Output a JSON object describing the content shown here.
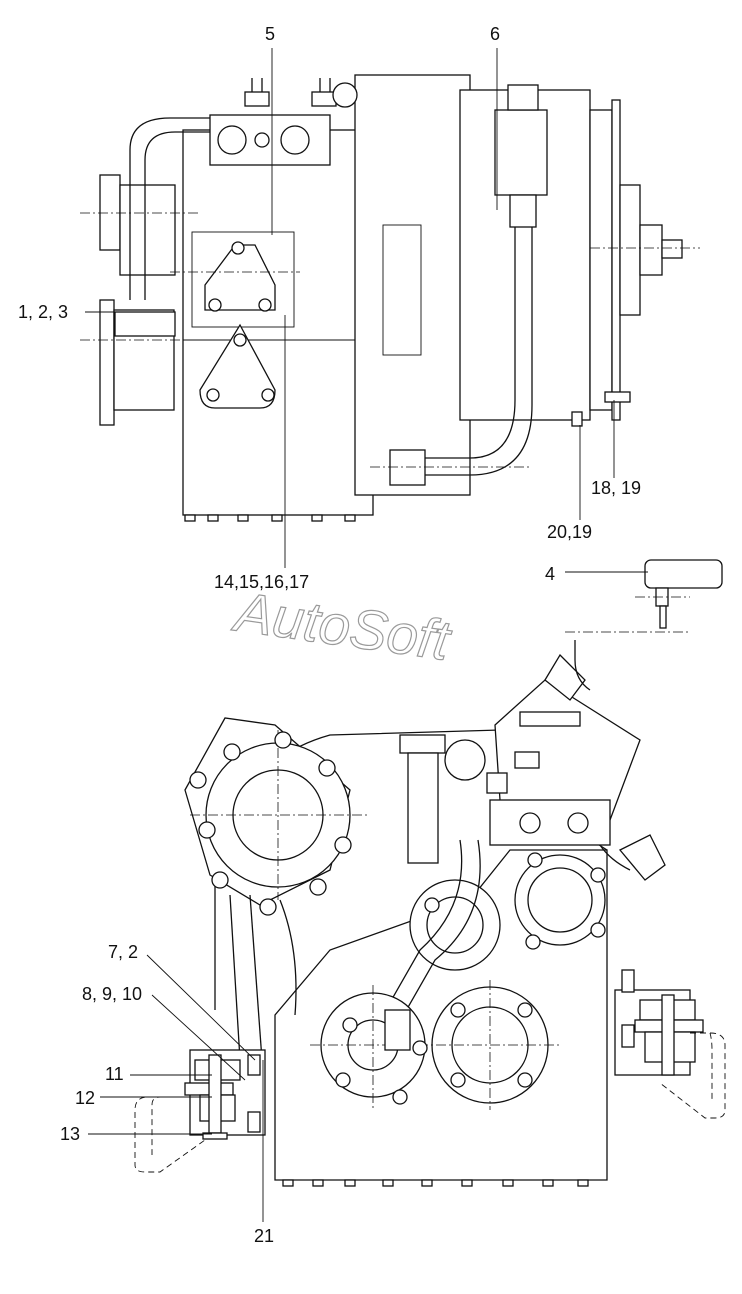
{
  "watermark": "AutoSoft",
  "callouts": {
    "c5": "5",
    "c6": "6",
    "c123": "1, 2, 3",
    "c1819": "18, 19",
    "c2019": "20,19",
    "c14_17": "14,15,16,17",
    "c4": "4",
    "c72": "7, 2",
    "c8910": "8, 9, 10",
    "c11": "11",
    "c12": "12",
    "c13": "13",
    "c21": "21"
  }
}
